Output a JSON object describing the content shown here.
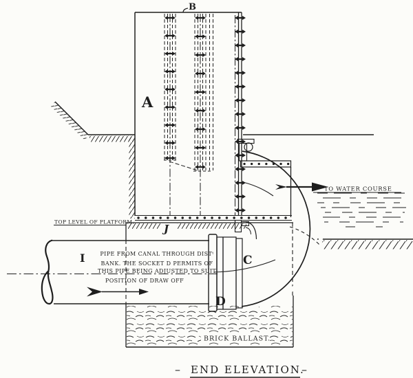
{
  "drawing": {
    "type": "engineering-elevation-drawing",
    "title": {
      "prefix": "–",
      "text": "END ELEVATION.",
      "suffix": "–"
    },
    "part_labels": {
      "a": "A",
      "b": "B",
      "c": "C",
      "d": "D",
      "i": "I",
      "j": "J"
    },
    "annotations": {
      "water_course": "TO WATER COURSE",
      "platform_level": "TOP LEVEL OF PLATFORM.",
      "brick_ballast": "BRICK BALLAST.",
      "note_lines": [
        "PIPE FROM CANAL THROUGH DISTᵗ",
        "BANK. THE SOCKET D PERMITS OF",
        "THIS PIPE BEING ADJUSTED TO SUIT",
        "POSITION OF DRAW OFF"
      ]
    },
    "colors": {
      "ink": "#1e1e1e",
      "paper": "#fcfcf9"
    }
  }
}
